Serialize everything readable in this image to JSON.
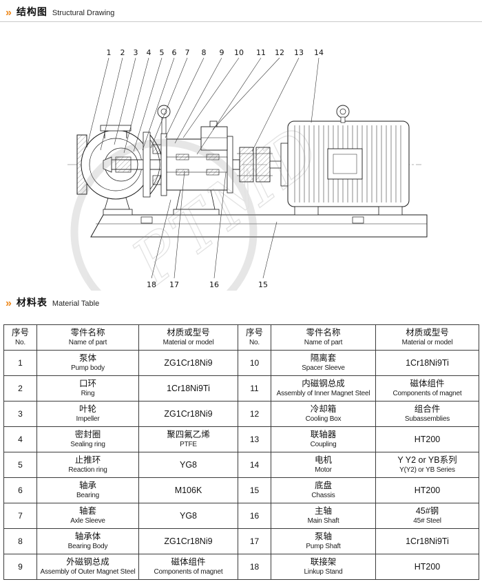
{
  "accent_color": "#ee8a1e",
  "section1": {
    "zh": "结构图",
    "en": "Structural Drawing"
  },
  "section2": {
    "zh": "材料表",
    "en": "Material Table"
  },
  "drawing": {
    "watermark": "PTMD",
    "top_callouts": [
      "1",
      "2",
      "3",
      "4",
      "5",
      "6",
      "7",
      "8",
      "9",
      "10",
      "11",
      "12",
      "13",
      "14"
    ],
    "bottom_callouts": [
      "18",
      "17",
      "16",
      "15"
    ]
  },
  "table": {
    "headers": {
      "no": [
        "序号",
        "No."
      ],
      "name": [
        "零件名称",
        "Name of part"
      ],
      "material": [
        "材质或型号",
        "Material or model"
      ]
    },
    "rows": [
      {
        "no": "1",
        "name": [
          "泵体",
          "Pump body"
        ],
        "mat": [
          "ZG1Cr18Ni9"
        ]
      },
      {
        "no": "2",
        "name": [
          "口环",
          "Ring"
        ],
        "mat": [
          "1Cr18Ni9Ti"
        ]
      },
      {
        "no": "3",
        "name": [
          "叶轮",
          "Impeller"
        ],
        "mat": [
          "ZG1Cr18Ni9"
        ]
      },
      {
        "no": "4",
        "name": [
          "密封圈",
          "Sealing ring"
        ],
        "mat": [
          "聚四氟乙烯",
          "PTFE"
        ]
      },
      {
        "no": "5",
        "name": [
          "止推环",
          "Reaction ring"
        ],
        "mat": [
          "YG8"
        ]
      },
      {
        "no": "6",
        "name": [
          "轴承",
          "Bearing"
        ],
        "mat": [
          "M106K"
        ]
      },
      {
        "no": "7",
        "name": [
          "轴套",
          "Axle Sleeve"
        ],
        "mat": [
          "YG8"
        ]
      },
      {
        "no": "8",
        "name": [
          "轴承体",
          "Bearing Body"
        ],
        "mat": [
          "ZG1Cr18Ni9"
        ]
      },
      {
        "no": "9",
        "name": [
          "外磁钢总成",
          "Assembly of Outer Magnet Steel"
        ],
        "mat": [
          "磁体组件",
          "Components of magnet"
        ]
      },
      {
        "no": "10",
        "name": [
          "隔离套",
          "Spacer Sleeve"
        ],
        "mat": [
          "1Cr18Ni9Ti"
        ]
      },
      {
        "no": "11",
        "name": [
          "内磁钢总成",
          "Assembly of Inner Magnet Steel"
        ],
        "mat": [
          "磁体组件",
          "Components of magnet"
        ]
      },
      {
        "no": "12",
        "name": [
          "冷却箱",
          "Cooling Box"
        ],
        "mat": [
          "组合件",
          "Subassemblies"
        ]
      },
      {
        "no": "13",
        "name": [
          "联轴器",
          "Coupling"
        ],
        "mat": [
          "HT200"
        ]
      },
      {
        "no": "14",
        "name": [
          "电机",
          "Motor"
        ],
        "mat": [
          "Y Y2 or YB系列",
          "Y(Y2) or YB  Series"
        ]
      },
      {
        "no": "15",
        "name": [
          "底盘",
          "Chassis"
        ],
        "mat": [
          "HT200"
        ]
      },
      {
        "no": "16",
        "name": [
          "主轴",
          "Main Shaft"
        ],
        "mat": [
          "45#钢",
          "45# Steel"
        ]
      },
      {
        "no": "17",
        "name": [
          "泵轴",
          "Pump Shaft"
        ],
        "mat": [
          "1Cr18Ni9Ti"
        ]
      },
      {
        "no": "18",
        "name": [
          "联接架",
          "Linkup Stand"
        ],
        "mat": [
          "HT200"
        ]
      }
    ]
  }
}
